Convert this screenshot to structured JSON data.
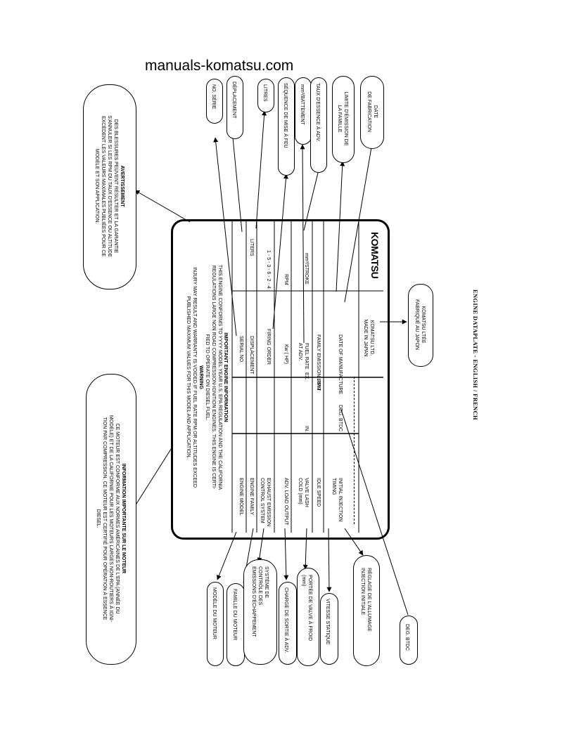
{
  "site_watermark": "manuals-komatsu.com",
  "bottom_caption": "ENGINE DATAPLATE - ENGLISH / FRENCH",
  "notices": {
    "avertissement": {
      "title": "AVERTISSEMENT",
      "lines": [
        "DES BLESSURES PEUVENT RÉSULTER ET LA GARANTIE",
        "S'ANNULER SI LES RPM DU TAUX D'ESSENCE OU ALTITUDE",
        "EXCÈDENT LES VALEURS MAXIMALES PUBLIÉES POUR CE",
        "MODÈLE ET SON APPLICATION."
      ]
    },
    "information": {
      "title": "INFORMATION IMPORTANTE SUR LE MOTEUR",
      "lines": [
        "CE MOTEUR EST CONFORME AUX NORMES AMÉRICAINES DE L'EPA (ANNÉE DU",
        "MODÈLE) ET DE LA CALIFORNIE POUR LES MOTEURS LARGES NON-ROUTIERS À IGNI-",
        "TION PAR COMPRESSION. CE MOTEUR EST CERTIFIÉ POUR OPÉRATION À ESSENCE",
        "DIESEL."
      ]
    }
  },
  "top_callouts": [
    "NO. SÉRIE",
    "DÉPLACEMENT",
    "LITRES",
    "SÉQUENCE DE MISE À FEU",
    "mm³/BATTEMENT",
    "TAUX D'ESSENCE À ADV.",
    "LIMITE D'ÉMISSION DE|LA FAMILLE",
    "DATE|DE FABRICATION"
  ],
  "bottom_callouts": [
    "MODÈLE DU MOTEUR",
    "FAMILLE DU MOTEUR",
    "SYSTÈME DE|CONTRÔLE DES|ÉMISSIONS D'ÉCHAPPEMENT",
    "CHARGE DE SORTIE À ADV.",
    "PORTÉE DE VALVE À FROID|(mm)",
    "VITESSE STATIQUE",
    "RÉGLAGE DE L'ALLUMAGE|INJECTION INITIALE",
    "DEG. BTDC"
  ],
  "komatsu_ltee": [
    "KOMATSU LTÉE",
    "FABRIQUÉ AU JAPON"
  ],
  "plate": {
    "header": "IMPORTANT ENGINE INFORMATION",
    "conformity": [
      "THIS ENGINE CONFORMS TO YYYY MODEL YEAR U.S. EPA REGULATION AND THE CALIFORNIA",
      "REGULATIONS LARGE NON ROAD COMPRESSION-IGNITION ENGINES. THIS ENGINE IS CERTI-",
      "FIED TO OPERATE ON DIESEL FUEL."
    ],
    "warning_title": "WARNING",
    "warning": [
      "INJURY MAY RESULT AND WARRANTY IS VOIDED IF FUEL RATE RPM OR ALTITUDES EXCEED",
      "PUBLISHED MAXIMUM VALUES FOR THIS MODEL AND APPLICATION."
    ],
    "row1": [
      "ENGINE MODEL",
      "SERIAL NO."
    ],
    "row2": [
      "ENGINE FAMILY",
      "DISPLACEMENT",
      "LITERS"
    ],
    "row3": [
      "EXHAUST EMISSION|CONTROL SYSTEM",
      "FIRING ORDER",
      "1 - 5 - 3 - 6 - 2 - 4"
    ],
    "row4": [
      "ADV. LOAD OUTPUT",
      "Kw    (          HP)",
      "RPM"
    ],
    "row5": [
      "VALVE LASH|COLD (mm)",
      "IN.",
      "EX.",
      "FUEL RATE|AT ADV.",
      "mm³/STROKE"
    ],
    "row6": [
      "IDLE SPEED",
      "RPM",
      "FAMILY EMISSION LIMIT"
    ],
    "row7": [
      "INITIAL INJECTION|TIMING",
      "DEG. BTDC",
      "DATE OF MANUFACTURE"
    ],
    "maker": [
      "KOMATSU LTD.",
      "MADE IN JAPAN"
    ],
    "logo": "KOMATSU"
  }
}
